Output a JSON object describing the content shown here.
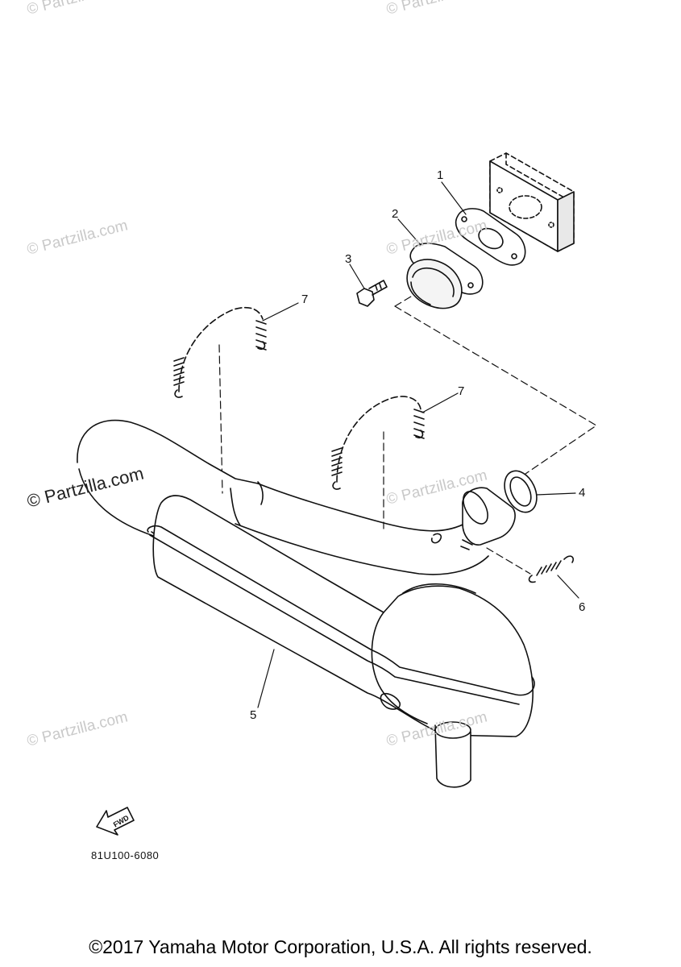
{
  "watermark_text": "© Partzilla.com",
  "callouts": [
    {
      "id": "1",
      "label": "1"
    },
    {
      "id": "2",
      "label": "2"
    },
    {
      "id": "3",
      "label": "3"
    },
    {
      "id": "7a",
      "label": "7"
    },
    {
      "id": "7b",
      "label": "7"
    },
    {
      "id": "4",
      "label": "4"
    },
    {
      "id": "6",
      "label": "6"
    },
    {
      "id": "5",
      "label": "5"
    }
  ],
  "fwd_label": "FWD",
  "drawing_code": "81U100-6080",
  "copyright": "©2017 Yamaha Motor Corporation, U.S.A. All rights reserved."
}
